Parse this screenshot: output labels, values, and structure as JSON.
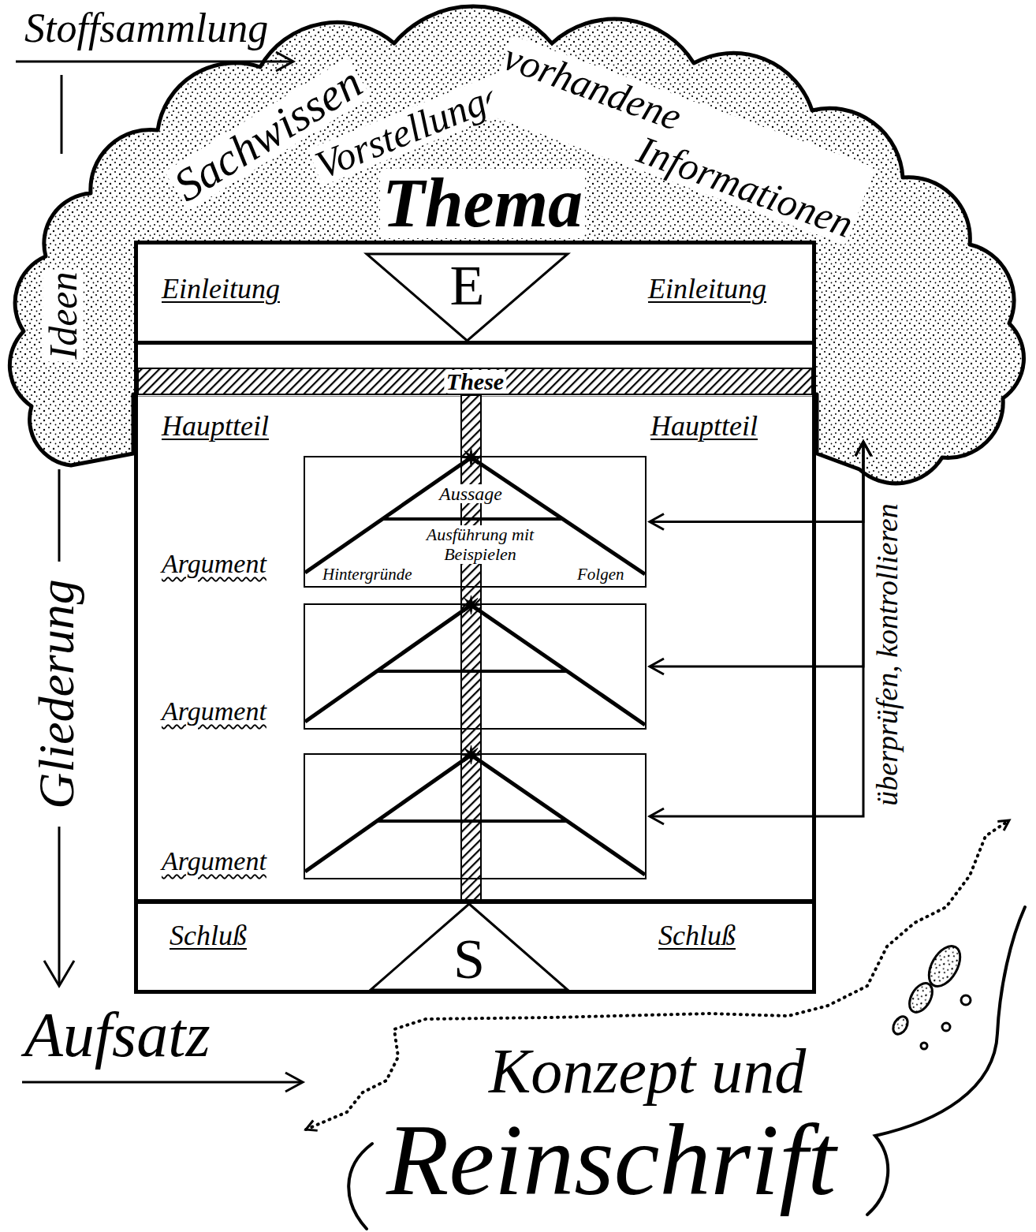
{
  "diagram": {
    "nodes": [
      {
        "text": [
          "Sachwissen",
          "Vorstellungen",
          "vorhandene Informationen",
          "Ideen",
          "Thema"
        ]
      },
      {
        "text": [
          "Einleitung",
          "Einleitung"
        ]
      },
      {
        "text": [
          "E"
        ],
        "in": 1
      },
      {
        "text": [
          "These"
        ]
      },
      {
        "text": [
          "Hauptteil",
          "Hauptteil"
        ]
      },
      {
        "text": [
          "Argument",
          "Aussage",
          "Ausführung mit Beispielen",
          "Hintergründe",
          "Folgen"
        ],
        "in": 4
      },
      {
        "text": [
          "Argument"
        ],
        "in": 4
      },
      {
        "text": [
          "Argument"
        ],
        "in": 4
      },
      {
        "text": [
          "Schluß",
          "Schluß"
        ]
      },
      {
        "text": [
          "S"
        ],
        "in": 8
      },
      {
        "text": [
          "Konzept und",
          "Reinschrift"
        ]
      }
    ],
    "edges": [
      {
        "from": 0,
        "to": 5,
        "arrow": "both"
      },
      {
        "from": 0,
        "to": 6,
        "arrow": "both"
      },
      {
        "from": 0,
        "to": 7,
        "arrow": "both"
      }
    ],
    "labels": [
      "Stoffsammlung",
      "Gliederung",
      "überprüfen, kontrollieren",
      "Aufsatz"
    ]
  }
}
